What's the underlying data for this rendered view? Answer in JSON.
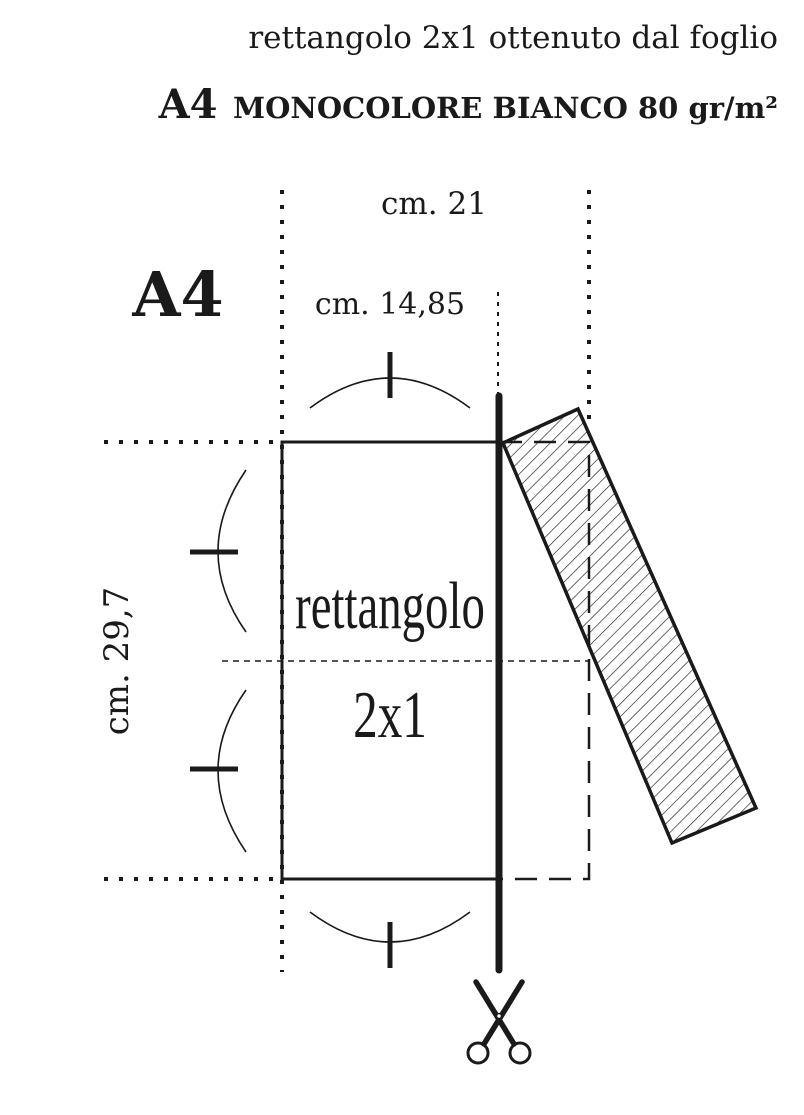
{
  "header": {
    "line1": "rettangolo 2x1 ottenuto dal foglio",
    "line2_prefix": "A4",
    "line2_rest": "MONOCOLORE BIANCO 80 gr/m²"
  },
  "diagram": {
    "sheet_label": "A4",
    "width_label": "cm. 21",
    "half_width_label": "cm. 14,85",
    "height_label": "cm. 29,7",
    "rect_label_line1": "rettangolo",
    "rect_label_line2": "2x1",
    "cut_icon": "scissors-icon"
  },
  "colors": {
    "ink": "#1a1a1a",
    "background": "#ffffff"
  }
}
